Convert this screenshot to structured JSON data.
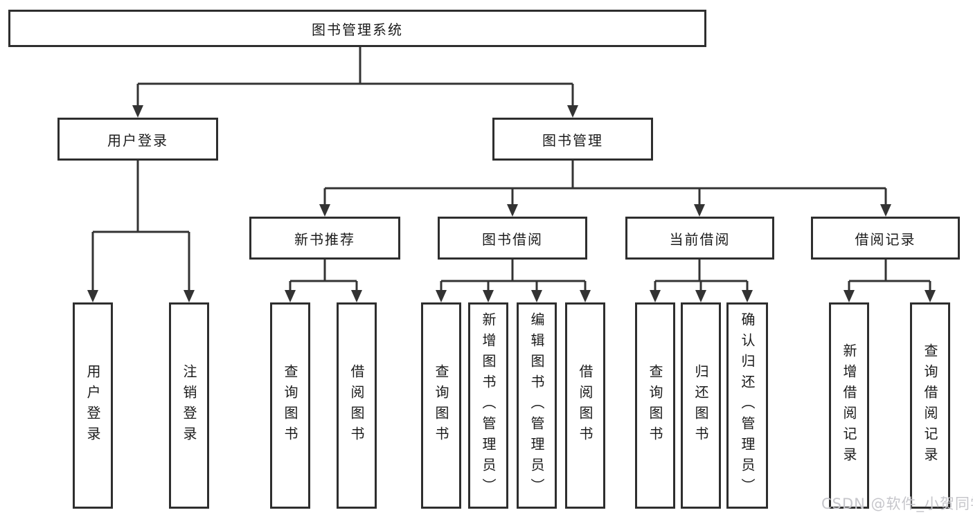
{
  "watermark": {
    "text": "CSDN @软件_小贺同学"
  },
  "colors": {
    "line": "#333333",
    "box_border": "#2e2e2e",
    "text": "#1b1b1b",
    "watermark": "#c6c6cb",
    "background": "#ffffff"
  },
  "tree": {
    "label": "图书管理系统",
    "children": [
      {
        "label": "用户登录",
        "children": [
          {
            "label": "用户登录"
          },
          {
            "label": "注销登录"
          }
        ]
      },
      {
        "label": "图书管理",
        "children": [
          {
            "label": "新书推荐",
            "children": [
              {
                "label": "查询图书"
              },
              {
                "label": "借阅图书"
              }
            ]
          },
          {
            "label": "图书借阅",
            "children": [
              {
                "label": "查询图书"
              },
              {
                "label": "新增图书（管理员）"
              },
              {
                "label": "编辑图书（管理员）"
              },
              {
                "label": "借阅图书"
              }
            ]
          },
          {
            "label": "当前借阅",
            "children": [
              {
                "label": "查询图书"
              },
              {
                "label": "归还图书"
              },
              {
                "label": "确认归还（管理员）"
              }
            ]
          },
          {
            "label": "借阅记录",
            "children": [
              {
                "label": "新增借阅记录"
              },
              {
                "label": "查询借阅记录"
              }
            ]
          }
        ]
      }
    ]
  }
}
